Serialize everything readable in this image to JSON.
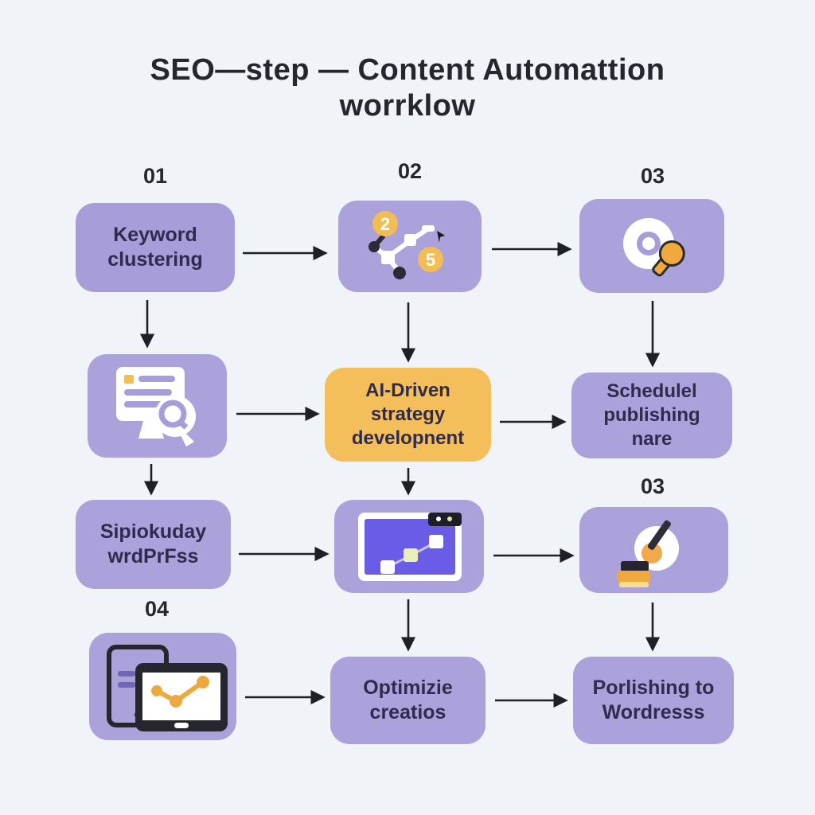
{
  "title": "SEO—step — Content Automattion worrklow",
  "colors": {
    "background": "#F0F4F9",
    "box_purple": "#A79DD9",
    "box_yellow": "#F4BF5B",
    "title_text": "#26262E",
    "node_text": "#2F2B4E",
    "arrow": "#1F1F28",
    "accent_indigo": "#6B5CE7",
    "accent_orange": "#F0A93C"
  },
  "steps": {
    "s01": "01",
    "s02": "02",
    "s03": "03",
    "s03b": "03",
    "s04": "04"
  },
  "nodes": {
    "keyword_clustering": {
      "label": "Keyword clustering"
    },
    "cluster_diagram": {
      "icon": "network-cluster-icon",
      "badges": [
        "2",
        "5"
      ]
    },
    "disc_search": {
      "icon": "disc-search-icon"
    },
    "doc_audit": {
      "icon": "document-search-icon"
    },
    "ai_strategy": {
      "label": "AI-Driven strategy developnent"
    },
    "scheduled_publishing": {
      "label": "Schedulel publishing nare"
    },
    "sipiokuday": {
      "label": "Sipiokuday wrdPrFss"
    },
    "browser_chart": {
      "icon": "browser-growth-chart-icon"
    },
    "paint_tool": {
      "icon": "paint-brush-icon"
    },
    "devices_analytics": {
      "icon": "devices-analytics-icon"
    },
    "optimizie": {
      "label": "Optimizie creatios"
    },
    "porlishing": {
      "label": "Porlishing to Wordresss"
    }
  }
}
